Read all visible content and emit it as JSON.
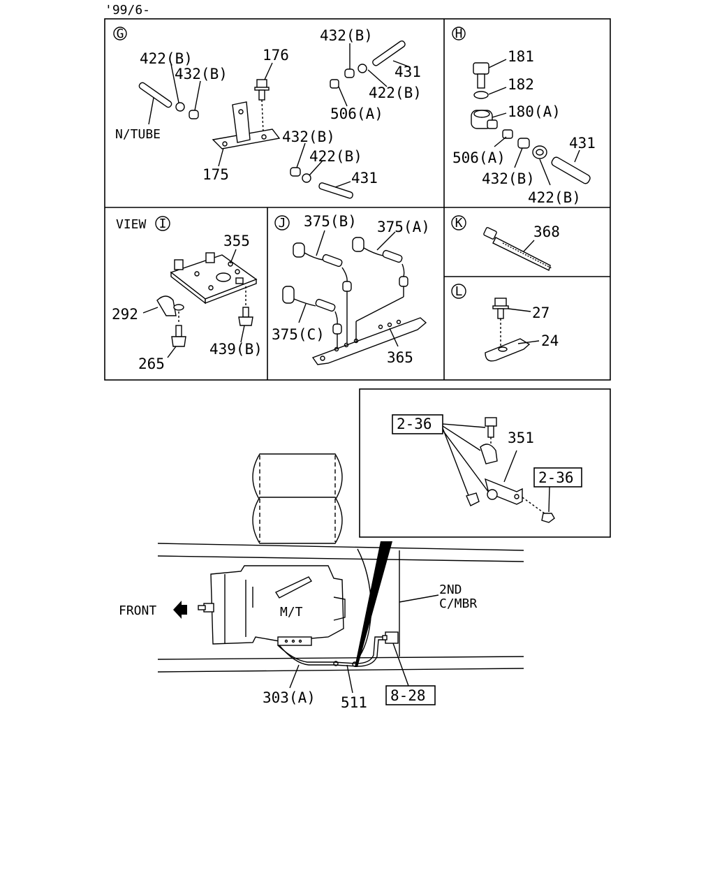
{
  "header": {
    "date_code": "'99/6-"
  },
  "panel_g": {
    "marker": "G",
    "labels": {
      "p422b_left": "422(B)",
      "p432b_left": "432(B)",
      "ntube": "N/TUBE",
      "p176": "176",
      "p175": "175",
      "p432b_top": "432(B)",
      "p431_top": "431",
      "p422b_top": "422(B)",
      "p506a": "506(A)",
      "p432b_low": "432(B)",
      "p422b_low": "422(B)",
      "p431_low": "431"
    }
  },
  "panel_h": {
    "marker": "H",
    "labels": {
      "p181": "181",
      "p182": "182",
      "p180a": "180(A)",
      "p431": "431",
      "p506a": "506(A)",
      "p432b": "432(B)",
      "p422b": "422(B)"
    }
  },
  "panel_i": {
    "view_prefix": "VIEW",
    "marker": "I",
    "labels": {
      "p355": "355",
      "p292": "292",
      "p265": "265",
      "p439b": "439(B)"
    }
  },
  "panel_j": {
    "marker": "J",
    "labels": {
      "p375b": "375(B)",
      "p375a": "375(A)",
      "p375c": "375(C)",
      "p365": "365"
    }
  },
  "panel_k": {
    "marker": "K",
    "labels": {
      "p368": "368"
    }
  },
  "panel_l": {
    "marker": "L",
    "labels": {
      "p27": "27",
      "p24": "24"
    }
  },
  "detail_box": {
    "ref_a": "2-36",
    "ref_b": "2-36",
    "p351": "351"
  },
  "main_view": {
    "front": "FRONT",
    "mt": "M/T",
    "member_line1": "2ND",
    "member_line2": "C/MBR",
    "p303a": "303(A)",
    "p511": "511",
    "ref_828": "8-28"
  }
}
